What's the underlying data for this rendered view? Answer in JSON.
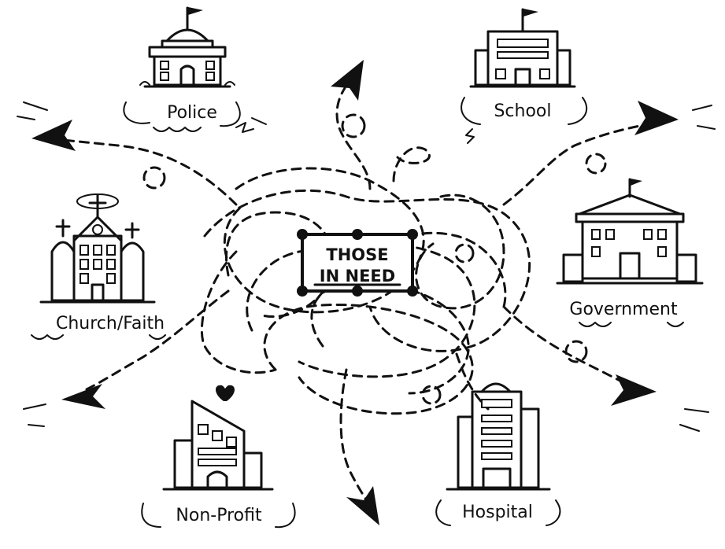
{
  "center": {
    "line1": "THOSE",
    "line2": "IN NEED"
  },
  "nodes": {
    "police": "Police",
    "school": "School",
    "church": "Church/Faith",
    "government": "Government",
    "nonprofit": "Non-Profit",
    "hospital": "Hospital"
  },
  "icons": [
    "capitol-building-icon",
    "school-building-icon",
    "church-icon",
    "government-building-icon",
    "office-building-heart-icon",
    "hospital-building-icon",
    "arrow-icon",
    "flag-icon",
    "cross-icon",
    "heart-icon"
  ],
  "colors": {
    "ink": "#111111",
    "background": "#ffffff"
  }
}
